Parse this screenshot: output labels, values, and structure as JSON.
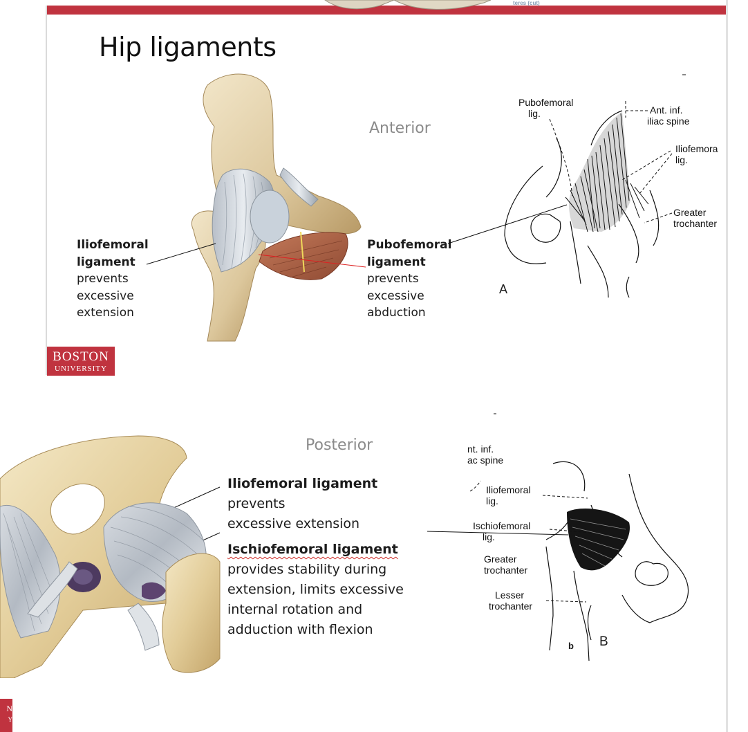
{
  "slide": {
    "top_cut_label": "teres (cut)",
    "title": "Hip ligaments",
    "logo": {
      "line1": "BOSTON",
      "line2": "UNIVERSITY"
    },
    "logo_partial": {
      "line1": "N",
      "line2": "Y"
    }
  },
  "anterior": {
    "view_label": "Anterior",
    "iliofemoral": {
      "name_line1": "Iliofemoral",
      "name_line2": "ligament",
      "desc_line1": "prevents",
      "desc_line2": "excessive",
      "desc_line3": "extension"
    },
    "pubofemoral": {
      "name_line1": "Pubofemoral",
      "name_line2": "ligament",
      "desc_line1": "prevents",
      "desc_line2": "excessive",
      "desc_line3": "abduction"
    },
    "sketch": {
      "pubofemoral_lig_1": "Pubofemoral",
      "pubofemoral_lig_2": "lig.",
      "ant_inf_1": "Ant. inf.",
      "ant_inf_2": "iliac spine",
      "iliofemoral_lig_1": "Iliofemora",
      "iliofemoral_lig_2": "lig.",
      "greater_troch_1": "Greater",
      "greater_troch_2": "trochanter",
      "letter": "A"
    }
  },
  "posterior": {
    "view_label": "Posterior",
    "iliofemoral": {
      "name": "Iliofemoral ligament",
      "desc_line1": " prevents",
      "desc_line2": "excessive extension"
    },
    "ischiofemoral": {
      "name": "Ischiofemoral ligament",
      "desc_line1": "provides stability during",
      "desc_line2": "extension, limits excessive",
      "desc_line3": "internal rotation and",
      "desc_line4": "adduction with flexion"
    },
    "sketch": {
      "ant_inf_1": "nt. inf.",
      "ant_inf_2": "ac spine",
      "iliofemoral_lig_1": "Iliofemoral",
      "iliofemoral_lig_2": "lig.",
      "ischiofemoral_lig_1": "Ischiofemoral",
      "ischiofemoral_lig_2": "lig.",
      "greater_troch_1": "Greater",
      "greater_troch_2": "trochanter",
      "lesser_troch_1": "Lesser",
      "lesser_troch_2": "trochanter",
      "small_b": "b",
      "letter": "B"
    }
  },
  "colors": {
    "accent_red": "#c0333f",
    "view_label_gray": "#8b8b8b"
  }
}
